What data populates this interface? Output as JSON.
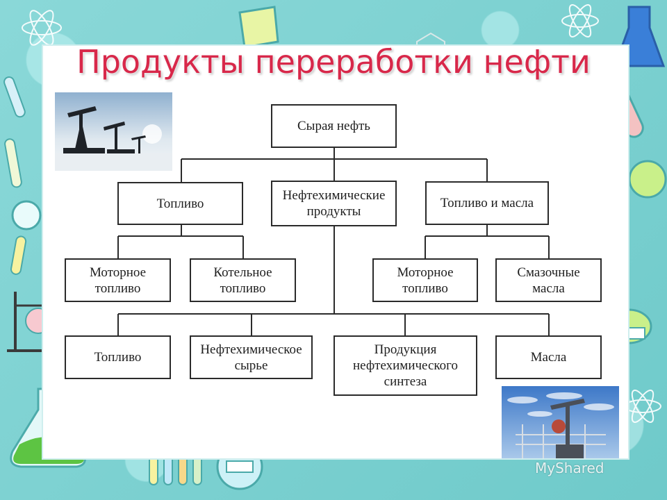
{
  "slide": {
    "title": "Продукты переработки нефти",
    "watermark": "MyShared"
  },
  "diagram": {
    "root": "Сырая нефть",
    "level1": [
      "Топливо",
      "Нефтехимические\nпродукты",
      "Топливо и масла"
    ],
    "level2_left": [
      "Моторное\nтопливо",
      "Котельное\nтопливо"
    ],
    "level2_right": [
      "Моторное\nтопливо",
      "Смазочные\nмасла"
    ],
    "level3": [
      "Топливо",
      "Нефтехимическое\nсырье",
      "Продукция\nнефтехимического\nсинтеза",
      "Масла"
    ]
  },
  "photos": {
    "top_left": "oil-pumpjacks-photo",
    "bottom_right": "oil-rig-photo"
  },
  "colors": {
    "frame": "#7fd3d3",
    "title": "#d8284a",
    "box_border": "#2a2a2a"
  }
}
